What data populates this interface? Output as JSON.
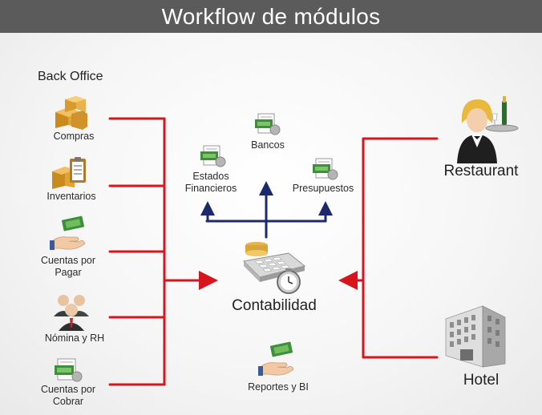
{
  "title": "Workflow de módulos",
  "back_office": {
    "heading": "Back Office",
    "items": [
      "Compras",
      "Inventarios",
      "Cuentas por\nPagar",
      "Nómina y RH",
      "Cuentas por\nCobrar"
    ]
  },
  "center": {
    "hub": "Contabilidad",
    "bancos": "Bancos",
    "estados": "Estados\nFinancieros",
    "presupuestos": "Presupuestos",
    "reportes": "Reportes y BI"
  },
  "right": {
    "restaurant": "Restaurant",
    "hotel": "Hotel"
  },
  "colors": {
    "header": "#5b5b5b",
    "red_line": "#d8151d",
    "navy_line": "#1c2a6b"
  }
}
